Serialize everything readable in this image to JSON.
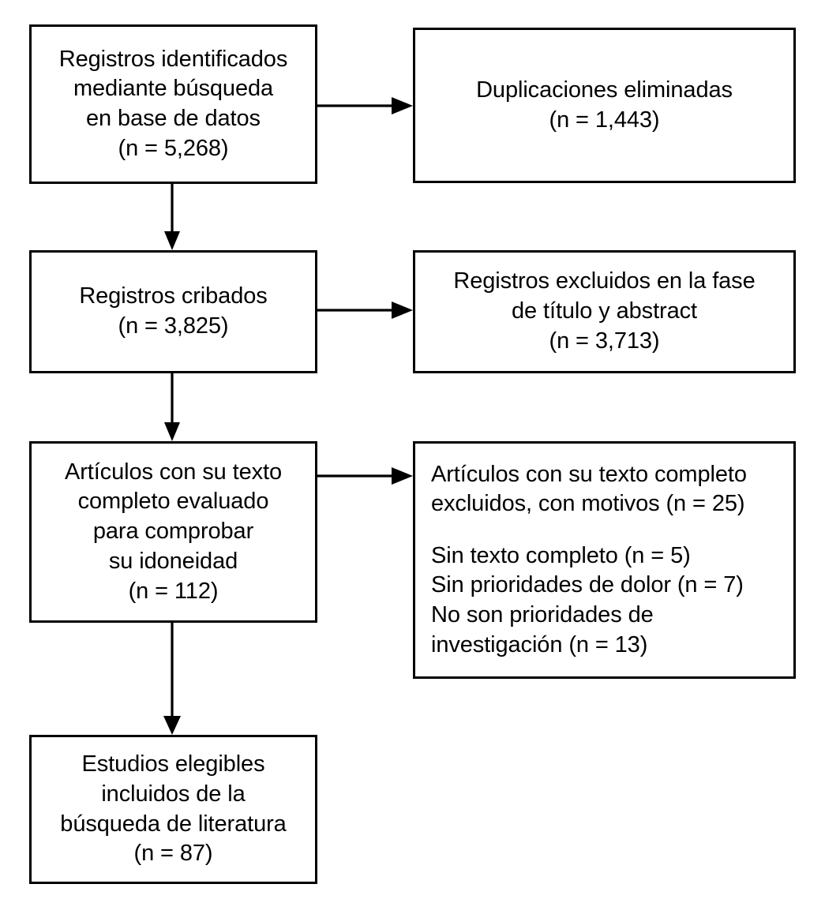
{
  "diagram": {
    "type": "prisma-flow-diagram",
    "language": "es",
    "stroke_color": "#000000",
    "background_color": "#ffffff",
    "boxes": [
      {
        "id": "records-identified",
        "align": "center",
        "lines": [
          "Registros identificados",
          "mediante búsqueda",
          "en base de datos",
          "(n = 5,268)"
        ]
      },
      {
        "id": "duplicates-removed",
        "align": "center",
        "lines": [
          "Duplicaciones eliminadas",
          "(n = 1,443)"
        ]
      },
      {
        "id": "records-screened",
        "align": "center",
        "lines": [
          "Registros cribados",
          "(n = 3,825)"
        ]
      },
      {
        "id": "records-excluded-title-abstract",
        "align": "center",
        "lines": [
          "Registros excluidos en la fase",
          "de título y abstract",
          "(n = 3,713)"
        ]
      },
      {
        "id": "fulltext-assessed",
        "align": "center",
        "lines": [
          "Artículos con su texto",
          "completo evaluado",
          "para comprobar",
          "su idoneidad",
          "(n = 112)"
        ]
      },
      {
        "id": "fulltext-excluded-reasons",
        "align": "left",
        "lines": [
          "Artículos con su texto completo",
          "excluidos, con motivos (n = 25)",
          "",
          "Sin texto completo (n = 5)",
          "Sin prioridades de dolor (n = 7)",
          "No son prioridades de",
          "investigación (n = 13)"
        ]
      },
      {
        "id": "studies-included",
        "align": "center",
        "lines": [
          "Estudios elegibles",
          "incluidos de la",
          "búsqueda de literatura",
          "(n = 87)"
        ]
      }
    ],
    "counts": {
      "records_identified": 5268,
      "duplicates_removed": 1443,
      "records_screened": 3825,
      "records_excluded_title_abstract": 3713,
      "fulltext_assessed": 112,
      "fulltext_excluded_total": 25,
      "no_fulltext": 5,
      "no_pain_priorities": 7,
      "not_research_priorities": 13,
      "studies_included": 87
    },
    "arrows": [
      {
        "id": "arrow-identified-to-duplicates",
        "direction": "right"
      },
      {
        "id": "arrow-identified-to-screened",
        "direction": "down"
      },
      {
        "id": "arrow-screened-to-excluded",
        "direction": "right"
      },
      {
        "id": "arrow-screened-to-fulltext",
        "direction": "down"
      },
      {
        "id": "arrow-fulltext-to-excluded-reasons",
        "direction": "right"
      },
      {
        "id": "arrow-fulltext-to-included",
        "direction": "down"
      }
    ]
  }
}
